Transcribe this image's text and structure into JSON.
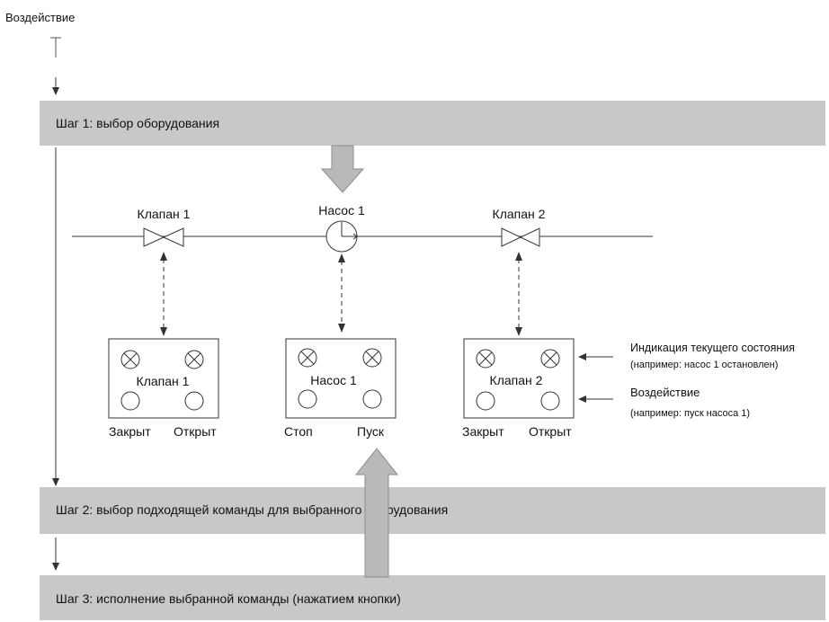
{
  "input_label": "Воздействие",
  "steps": [
    {
      "label": "Шаг 1: выбор оборудования"
    },
    {
      "label": "Шаг 2: выбор подходящей команды для выбранного оборудования"
    },
    {
      "label": "Шаг 3: исполнение выбранной команды (нажатием кнопки)"
    }
  ],
  "equipment": [
    {
      "pipe_label": "Клапан 1",
      "symbol": "valve-icon",
      "panel_label": "Клапан 1",
      "left_button": "Закрыт",
      "right_button": "Открыт"
    },
    {
      "pipe_label": "Насос 1",
      "symbol": "pump-icon",
      "panel_label": "Насос 1",
      "left_button": "Стоп",
      "right_button": "Пуск"
    },
    {
      "pipe_label": "Клапан 2",
      "symbol": "valve-icon",
      "panel_label": "Клапан 2",
      "left_button": "Закрыт",
      "right_button": "Открыт"
    }
  ],
  "annotations": {
    "status_title": "Индикация текущего состояния",
    "status_example": "(например: насос 1 остановлен)",
    "action_title": "Воздействие",
    "action_example": "(например: пуск насоса 1)"
  },
  "colors": {
    "step_bar": "#c8c8c8",
    "big_arrow": "#b9b9b9",
    "line": "#333333"
  }
}
